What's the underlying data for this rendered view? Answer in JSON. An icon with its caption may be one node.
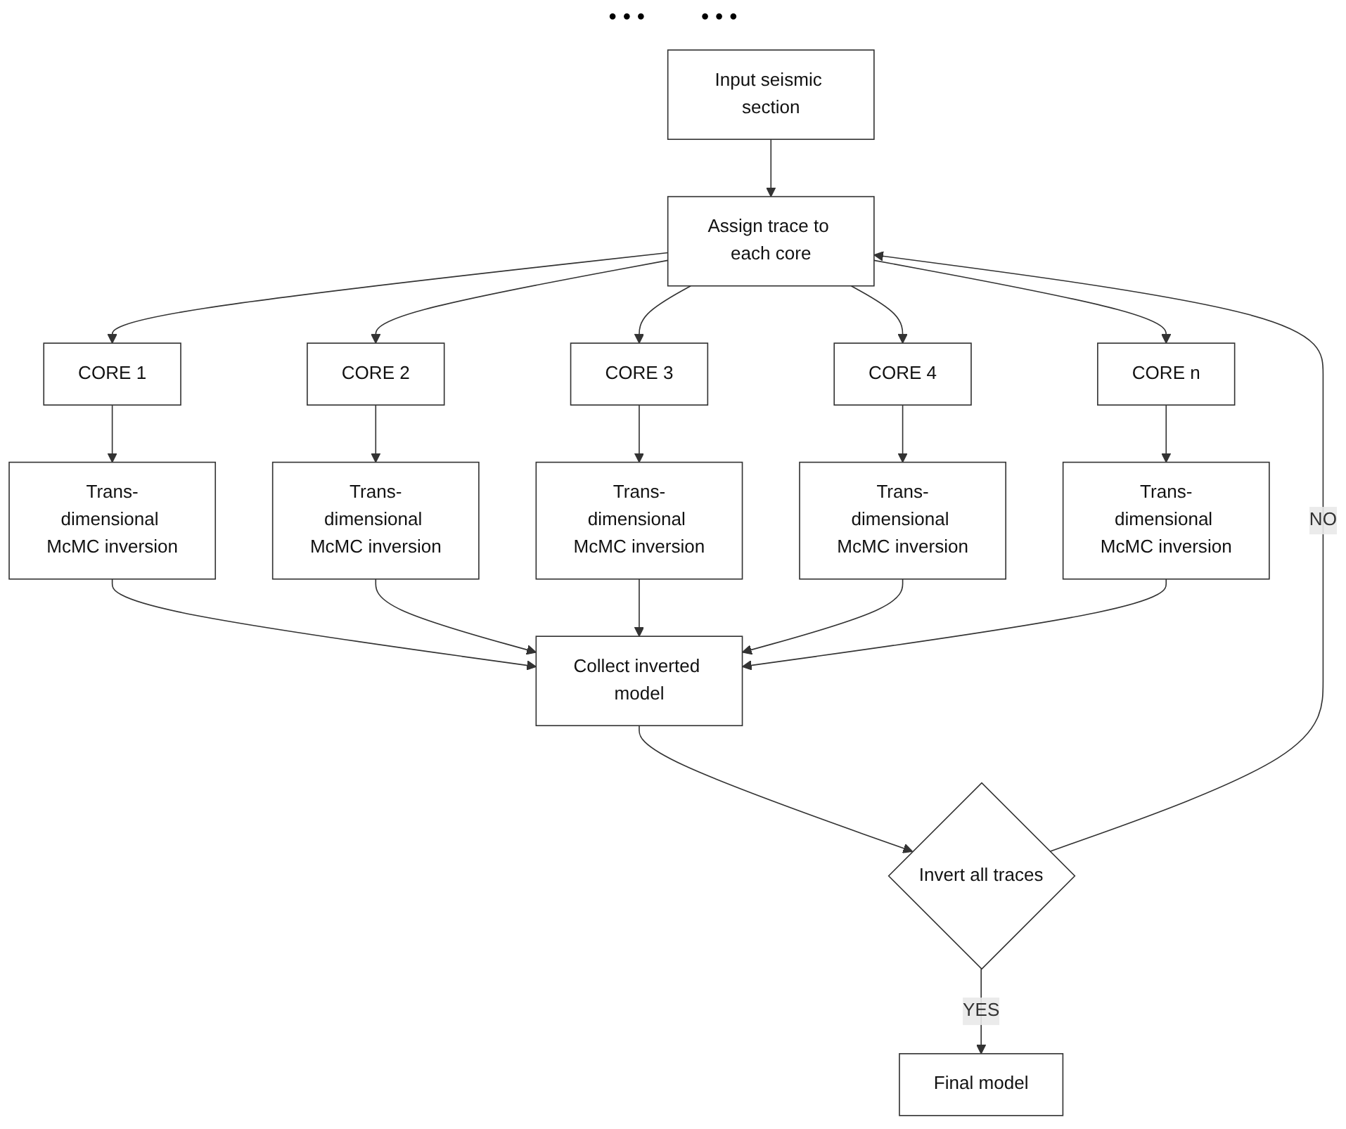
{
  "diagram": {
    "nodes": [
      {
        "text": [
          "Input seismic section"
        ]
      },
      {
        "text": [
          "Assign trace to each core"
        ]
      },
      {
        "text": [
          "CORE 1"
        ]
      },
      {
        "text": [
          "CORE 2"
        ]
      },
      {
        "text": [
          "CORE 3"
        ]
      },
      {
        "text": [
          "CORE 4"
        ]
      },
      {
        "text": [
          "CORE n"
        ]
      },
      {
        "text": [
          "Trans-dimensional McMC inversion"
        ]
      },
      {
        "text": [
          "Trans-dimensional McMC inversion"
        ]
      },
      {
        "text": [
          "Trans-dimensional McMC inversion"
        ]
      },
      {
        "text": [
          "Trans-dimensional McMC inversion"
        ]
      },
      {
        "text": [
          "Trans-dimensional McMC inversion"
        ]
      },
      {
        "text": [
          "Collect inverted model"
        ]
      },
      {
        "text": [
          "Invert all traces"
        ]
      },
      {
        "text": [
          "Final model"
        ]
      }
    ],
    "edges": [
      {
        "from": 0,
        "to": 1,
        "arrow": "to"
      },
      {
        "from": 1,
        "to": 2,
        "arrow": "to"
      },
      {
        "from": 1,
        "to": 3,
        "arrow": "to"
      },
      {
        "from": 1,
        "to": 4,
        "arrow": "to"
      },
      {
        "from": 1,
        "to": 5,
        "arrow": "to"
      },
      {
        "from": 1,
        "to": 6,
        "arrow": "to"
      },
      {
        "from": 2,
        "to": 7,
        "arrow": "to"
      },
      {
        "from": 3,
        "to": 8,
        "arrow": "to"
      },
      {
        "from": 4,
        "to": 9,
        "arrow": "to"
      },
      {
        "from": 5,
        "to": 10,
        "arrow": "to"
      },
      {
        "from": 6,
        "to": 11,
        "arrow": "to"
      },
      {
        "from": 7,
        "to": 12,
        "arrow": "to"
      },
      {
        "from": 8,
        "to": 12,
        "arrow": "to"
      },
      {
        "from": 9,
        "to": 12,
        "arrow": "to"
      },
      {
        "from": 10,
        "to": 12,
        "arrow": "to"
      },
      {
        "from": 11,
        "to": 12,
        "arrow": "to"
      },
      {
        "from": 12,
        "to": 13,
        "arrow": "to"
      },
      {
        "from": 13,
        "to": 14,
        "label": "YES",
        "arrow": "to"
      },
      {
        "from": 13,
        "to": 1,
        "label": "NO",
        "arrow": "to"
      }
    ],
    "labels": [
      "• • •",
      "• • •"
    ]
  }
}
